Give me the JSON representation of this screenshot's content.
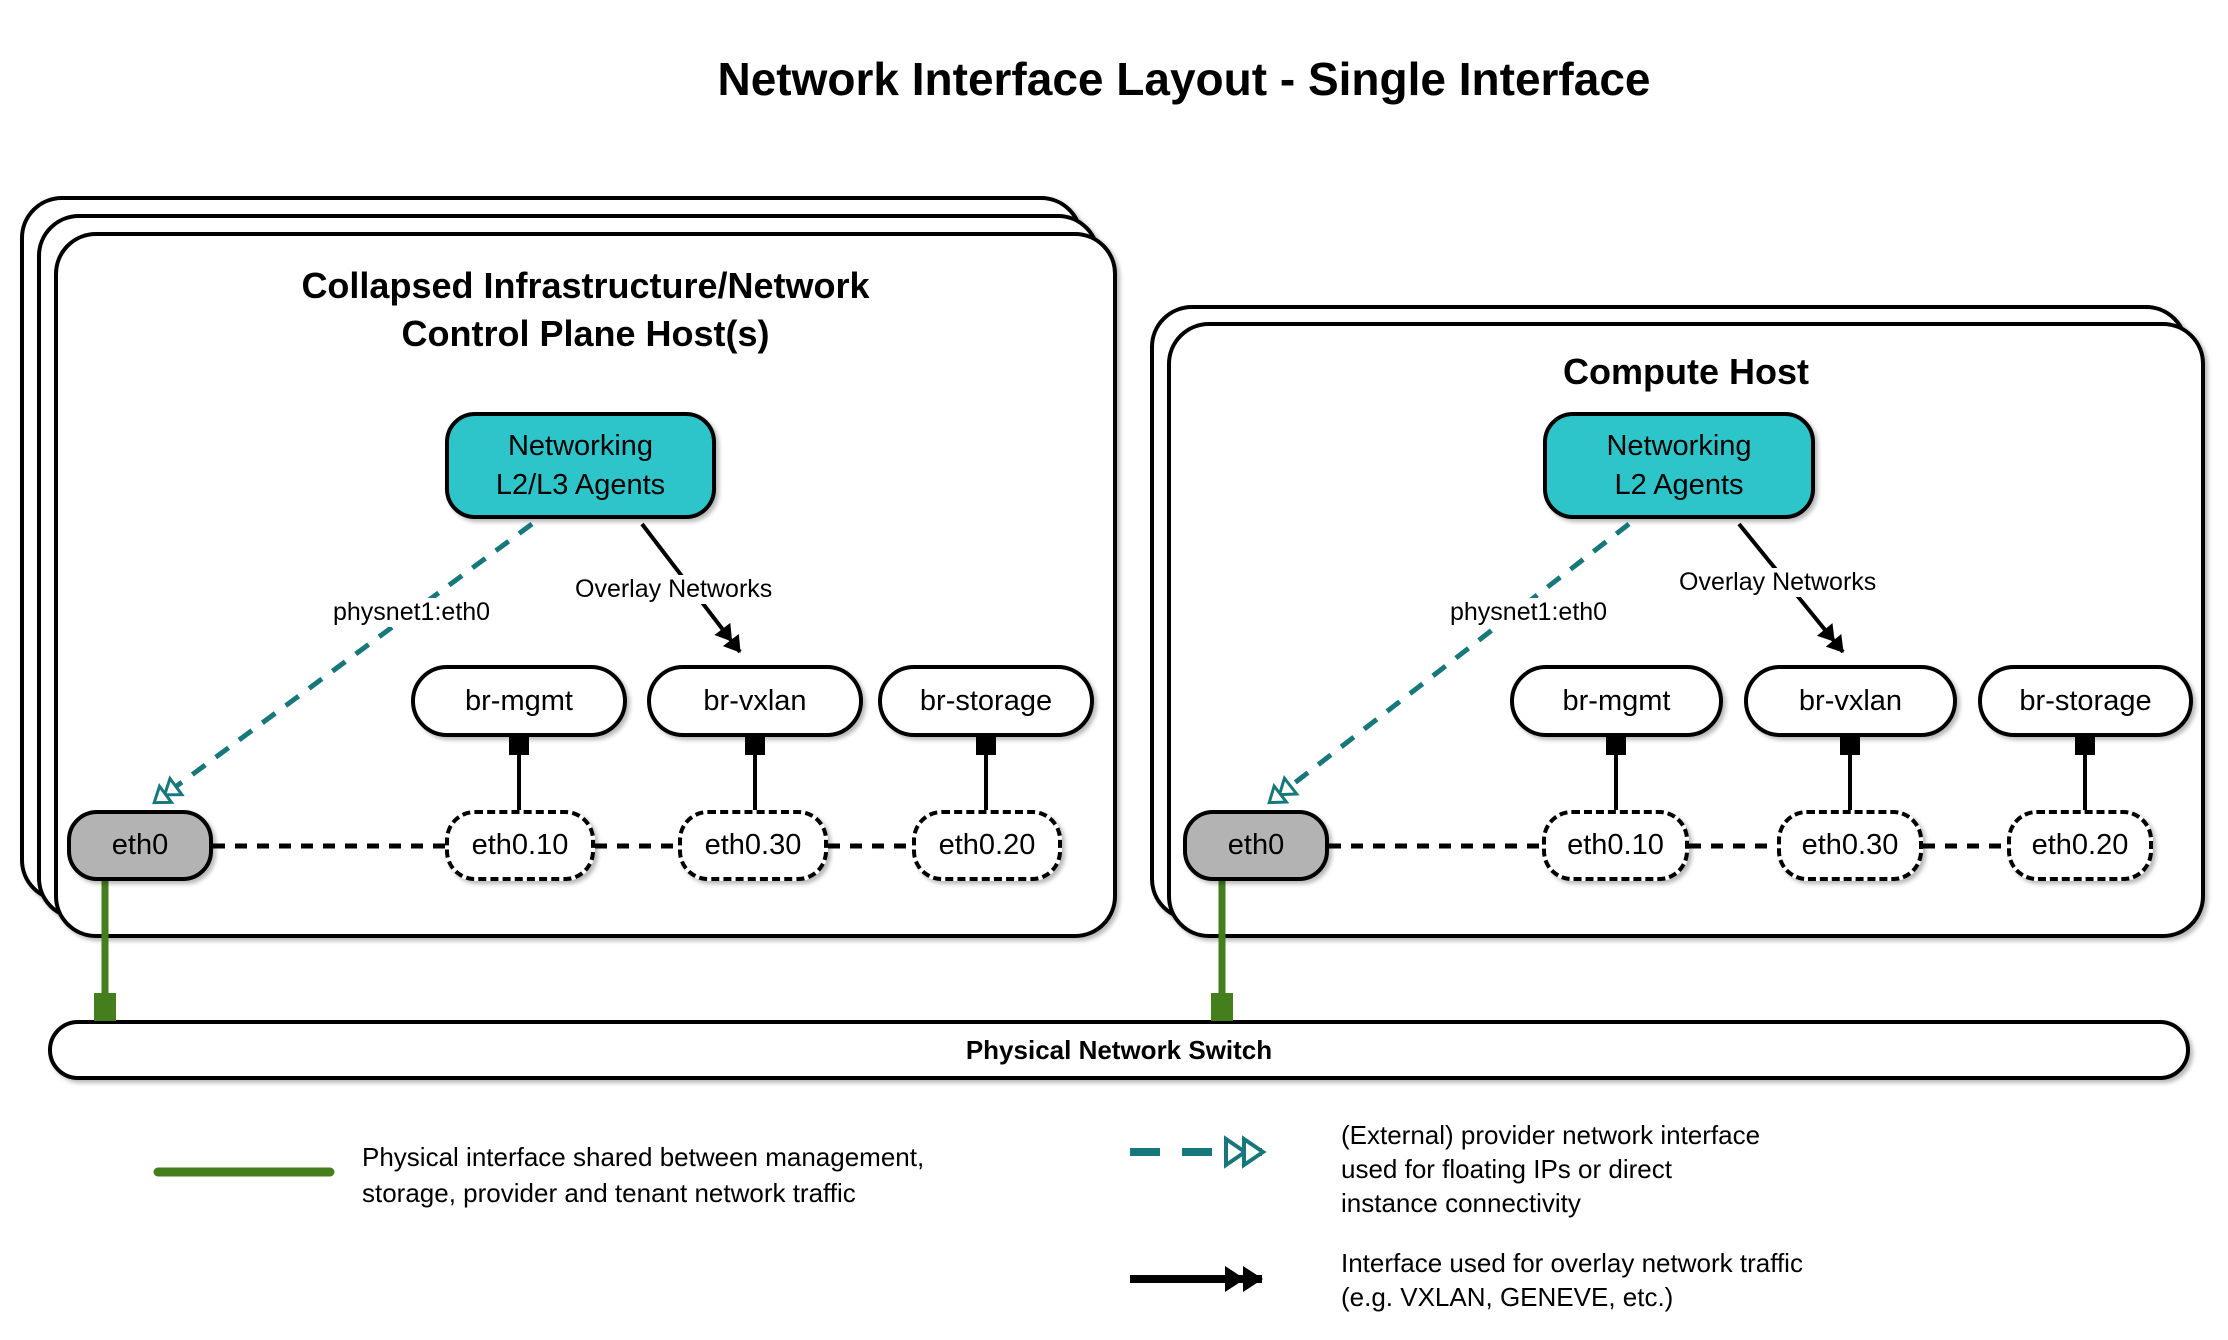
{
  "title": "Network Interface Layout - Single Interface",
  "colors": {
    "teal-fill": "#2dc5c9",
    "teal-stroke": "#17787b",
    "green": "#447e1d",
    "gray-fill": "#b3b3b3"
  },
  "control_host": {
    "title_line1": "Collapsed Infrastructure/Network",
    "title_line2": "Control Plane Host(s)",
    "agents_line1": "Networking",
    "agents_line2": "L2/L3 Agents",
    "provider_label": "physnet1:eth0",
    "overlay_label": "Overlay Networks",
    "bridges": [
      "br-mgmt",
      "br-vxlan",
      "br-storage"
    ],
    "phys_if": "eth0",
    "vlan_ifs": [
      "eth0.10",
      "eth0.30",
      "eth0.20"
    ]
  },
  "compute_host": {
    "title": "Compute Host",
    "agents_line1": "Networking",
    "agents_line2": "L2 Agents",
    "provider_label": "physnet1:eth0",
    "overlay_label": "Overlay Networks",
    "bridges": [
      "br-mgmt",
      "br-vxlan",
      "br-storage"
    ],
    "phys_if": "eth0",
    "vlan_ifs": [
      "eth0.10",
      "eth0.30",
      "eth0.20"
    ]
  },
  "switch": {
    "label": "Physical Network Switch"
  },
  "legend": {
    "physical": {
      "lines": [
        "Physical interface shared between management,",
        "storage, provider and tenant network traffic"
      ]
    },
    "provider": {
      "lines": [
        "(External) provider network interface",
        "used for floating IPs or direct",
        "instance connectivity"
      ]
    },
    "overlay": {
      "lines": [
        "Interface used for overlay network traffic",
        "(e.g. VXLAN, GENEVE, etc.)"
      ]
    }
  }
}
